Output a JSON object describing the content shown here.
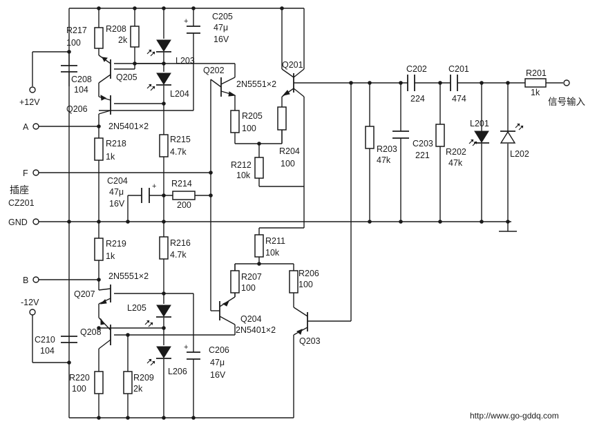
{
  "terminals": {
    "vplus": "+12V",
    "a": "A",
    "f": "F",
    "socket_label": "插座",
    "socket_ref": "CZ201",
    "gnd": "GND",
    "b": "B",
    "vminus": "-12V",
    "input": "信号输入"
  },
  "resistors": {
    "r217": {
      "ref": "R217",
      "val": "100"
    },
    "r208": {
      "ref": "R208",
      "val": "2k"
    },
    "r218": {
      "ref": "R218",
      "val": "1k"
    },
    "r215": {
      "ref": "R215",
      "val": "4.7k"
    },
    "r214": {
      "ref": "R214",
      "val": "200"
    },
    "r205": {
      "ref": "R205",
      "val": "100"
    },
    "r204": {
      "ref": "R204",
      "val": "100"
    },
    "r212": {
      "ref": "R212",
      "val": "10k"
    },
    "r203": {
      "ref": "R203",
      "val": "47k"
    },
    "r202": {
      "ref": "R202",
      "val": "47k"
    },
    "r201": {
      "ref": "R201",
      "val": "1k"
    },
    "r219": {
      "ref": "R219",
      "val": "1k"
    },
    "r216": {
      "ref": "R216",
      "val": "4.7k"
    },
    "r211": {
      "ref": "R211",
      "val": "10k"
    },
    "r207": {
      "ref": "R207",
      "val": "100"
    },
    "r206": {
      "ref": "R206",
      "val": "100"
    },
    "r220": {
      "ref": "R220",
      "val": "100"
    },
    "r209": {
      "ref": "R209",
      "val": "2k"
    }
  },
  "capacitors": {
    "c205": {
      "ref": "C205",
      "val1": "47μ",
      "val2": "16V"
    },
    "c208": {
      "ref": "C208",
      "val": "104"
    },
    "c204": {
      "ref": "C204",
      "val1": "47μ",
      "val2": "16V"
    },
    "c202": {
      "ref": "C202",
      "val": "224"
    },
    "c201": {
      "ref": "C201",
      "val": "474"
    },
    "c203": {
      "ref": "C203",
      "val": "221"
    },
    "c210": {
      "ref": "C210",
      "val": "104"
    },
    "c206": {
      "ref": "C206",
      "val1": "47μ",
      "val2": "16V"
    }
  },
  "leds": {
    "l203": "L203",
    "l204": "L204",
    "l201": "L201",
    "l202": "L202",
    "l205": "L205",
    "l206": "L206"
  },
  "transistors": {
    "q205": "Q205",
    "q206": "Q206",
    "q206_type": "2N5401×2",
    "q202": "Q202",
    "q201": "Q201",
    "q202_type": "2N5551×2",
    "q207": "Q207",
    "q207_type": "2N5551×2",
    "q208": "Q208",
    "q204": "Q204",
    "q204_type": "2N5401×2",
    "q203": "Q203"
  },
  "watermark": "http://www.go-gddq.com"
}
